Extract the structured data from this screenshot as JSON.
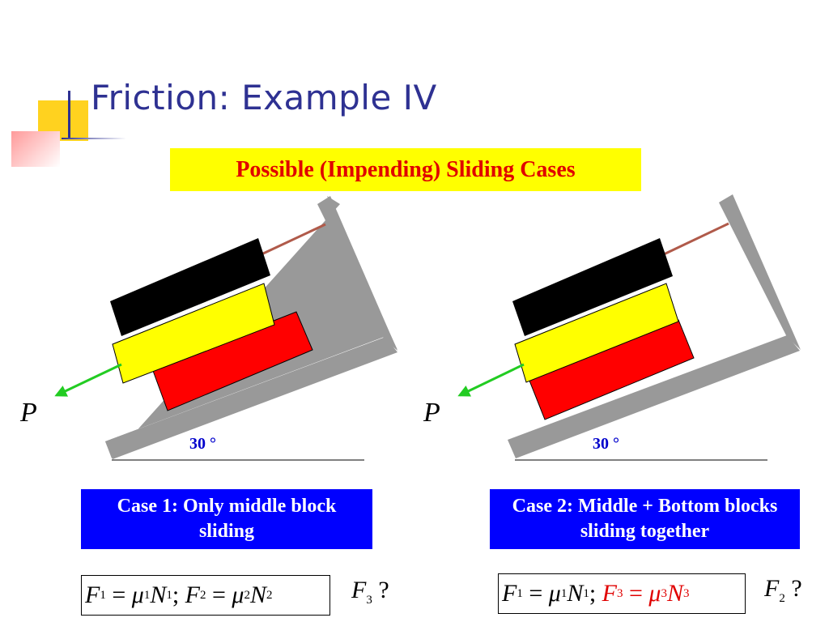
{
  "slide": {
    "title": "Friction: Example IV",
    "subtitle": "Possible (Impending) Sliding Cases",
    "colors": {
      "title": "#2e3192",
      "subtitle_bg": "#ffff00",
      "subtitle_text": "#e00000",
      "case_bg": "#0000ff",
      "block_top": "#000000",
      "block_middle": "#ffff00",
      "block_bottom": "#ff0000",
      "incline": "#999999",
      "rope": "#b05a4a",
      "force_arrow": "#22cc22",
      "angle_label": "#0000cc"
    }
  },
  "diagrams": [
    {
      "force_label": "P",
      "angle_label": "30 °"
    },
    {
      "force_label": "P",
      "angle_label": "30 °"
    }
  ],
  "cases": [
    {
      "label_line1": "Case 1: Only middle block",
      "label_line2": "sliding",
      "eq": {
        "f1": "F",
        "f1_sub": "1",
        "mu1": "μ",
        "mu1_sub": "1",
        "n1": "N",
        "n1_sub": "1",
        "f2": "F",
        "f2_sub": "2",
        "mu2": "μ",
        "mu2_sub": "2",
        "n2": "N",
        "n2_sub": "2",
        "unknown": "F",
        "unknown_sub": "3",
        "q": "?"
      }
    },
    {
      "label_line1": "Case 2: Middle + Bottom blocks",
      "label_line2": "sliding together",
      "eq": {
        "f1": "F",
        "f1_sub": "1",
        "mu1": "μ",
        "mu1_sub": "1",
        "n1": "N",
        "n1_sub": "1",
        "f3": "F",
        "f3_sub": "3",
        "mu3": "μ",
        "mu3_sub": "3",
        "n3": "N",
        "n3_sub": "3",
        "unknown": "F",
        "unknown_sub": "2",
        "q": "?"
      }
    }
  ]
}
